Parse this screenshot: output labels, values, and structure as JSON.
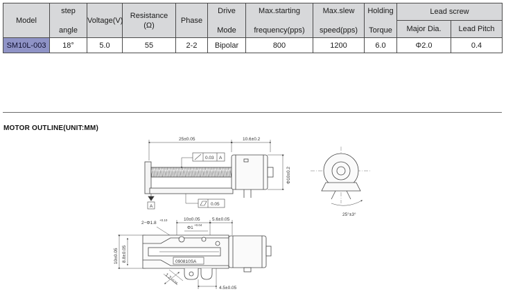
{
  "spec_table": {
    "headers": {
      "model": "Model",
      "step_angle_1": "step",
      "step_angle_2": "angle",
      "voltage": "Voltage(V)",
      "resistance_1": "Resistance",
      "resistance_2": "(Ω)",
      "phase": "Phase",
      "drive_mode_1": "Drive",
      "drive_mode_2": "Mode",
      "max_starting_1": "Max.starting",
      "max_starting_2": "frequency(pps)",
      "max_slew_1": "Max.slew",
      "max_slew_2": "speed(pps)",
      "holding_torque_1": "Holding",
      "holding_torque_2": "Torque",
      "lead_screw": "Lead screw",
      "major_dia": "Major Dia.",
      "lead_pitch": "Lead Pitch"
    },
    "row": {
      "model": "SM10L-003",
      "step_angle": "18°",
      "voltage": "5.0",
      "resistance": "55",
      "phase": "2-2",
      "drive_mode": "Bipolar",
      "max_starting": "800",
      "max_slew": "1200",
      "holding_torque": "6.0",
      "major_dia": "Φ2.0",
      "lead_pitch": "0.4"
    }
  },
  "outline": {
    "title": "MOTOR OUTLINE(UNIT:MM)",
    "dim_length": "25±0.05",
    "dim_motor_length": "10.6±0.2",
    "dim_diameter": "Φ10±0.2",
    "flatness_value": "0.05",
    "cylindricity_value": "0.03",
    "datum": "A",
    "angle": "25°±3°",
    "dim_holes": "2−Φ1.8",
    "dim_holes_tol": "+0.10",
    "dim_pitch": "10±0.05",
    "dim_offset": "5.6±0.05",
    "dim_hole_small": "Φ1",
    "dim_hole_small_tol": "+0.04",
    "dim_height": "10±0.05",
    "dim_inner_height": "8.8±0.05",
    "dim_bottom": "4.5±0.05",
    "dim_tab": "1.2",
    "dim_tab_tol": "+0.04",
    "part_number": "090810SA"
  }
}
